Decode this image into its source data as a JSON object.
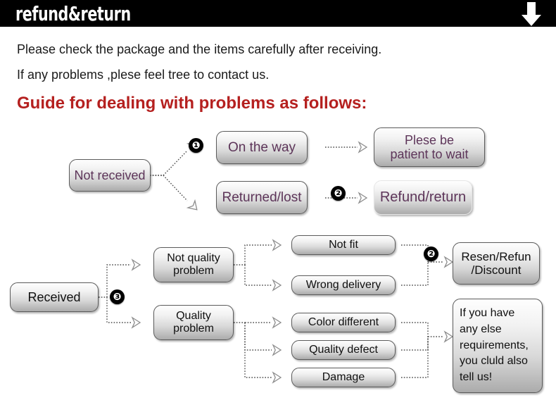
{
  "header": {
    "title": "refund&return",
    "arrow_icon": "arrow-down-icon",
    "bg_color": "#000000",
    "text_color": "#ffffff"
  },
  "intro": {
    "line1": "Please check the package and the items carefully after receiving.",
    "line2": "If any problems ,plese feel tree to contact us."
  },
  "guide_heading": {
    "text": "Guide for dealing with problems as follows:",
    "color": "#b5201f"
  },
  "flow_not_received": {
    "badges": [
      "❶",
      "❷"
    ],
    "nodes": [
      {
        "id": "not-received",
        "label": "Not received"
      },
      {
        "id": "on-the-way",
        "label": "On the way"
      },
      {
        "id": "returned-lost",
        "label": "Returned/lost"
      },
      {
        "id": "plese-be-patient",
        "label": "Plese be\npatient to wait"
      },
      {
        "id": "refund-return",
        "label": "Refund/return"
      }
    ]
  },
  "flow_received": {
    "badges": [
      "❸",
      "❷"
    ],
    "nodes": [
      {
        "id": "received",
        "label": "Received"
      },
      {
        "id": "not-quality-problem",
        "label": "Not quality\nproblem"
      },
      {
        "id": "quality-problem",
        "label": "Quality\nproblem"
      },
      {
        "id": "not-fit",
        "label": "Not fit"
      },
      {
        "id": "wrong-delivery",
        "label": "Wrong delivery"
      },
      {
        "id": "color-different",
        "label": "Color different"
      },
      {
        "id": "quality-defect",
        "label": "Quality defect"
      },
      {
        "id": "damage",
        "label": "Damage"
      },
      {
        "id": "resend-refund",
        "label": "Resen/Refun\n/Discount"
      },
      {
        "id": "any-else-requirements",
        "label": "If you have\nany else\nrequirements,\nyou cluld also\ntell us!"
      }
    ]
  },
  "colors": {
    "node_text_purple": "#5d3559",
    "node_text_dark": "#101010",
    "node_border": "#5b5b5b",
    "accent_red": "#b5201f"
  }
}
